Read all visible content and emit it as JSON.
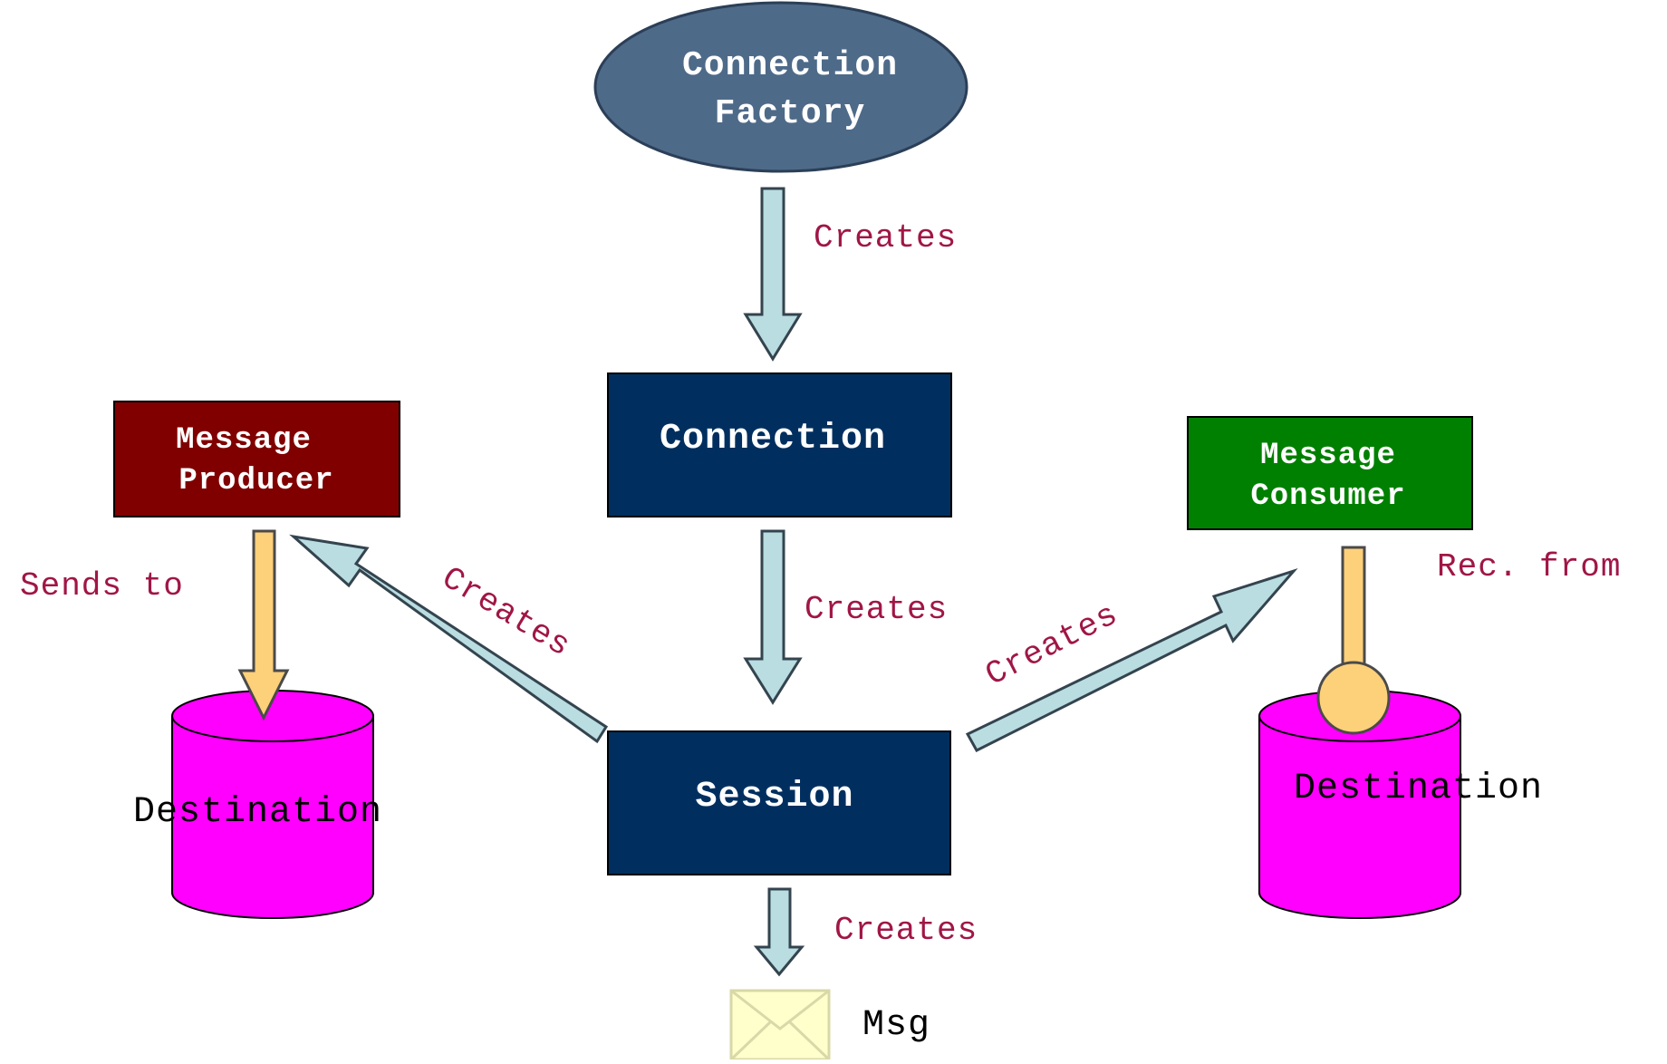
{
  "colors": {
    "connection_factory": "#4e6a89",
    "navy_box": "#002f5f",
    "producer_box": "#800000",
    "consumer_box": "#008000",
    "destination_fill": "#ff00ff",
    "arrow_fill": "#b9dde0",
    "sends_arrow_fill": "#fdd07a",
    "envelope_fill": "#ffffcc",
    "edge_label_color": "#a01646"
  },
  "nodes": {
    "connection_factory": {
      "line1": "Connection",
      "line2": "Factory"
    },
    "connection": {
      "label": "Connection"
    },
    "session": {
      "label": "Session"
    },
    "message_producer": {
      "line1": "Message",
      "line2": "Producer"
    },
    "message_consumer": {
      "line1": "Message",
      "line2": "Consumer"
    },
    "destination_left": {
      "label": "Destination"
    },
    "destination_right": {
      "label": "Destination"
    },
    "msg": {
      "label": "Msg",
      "icon": "envelope-icon"
    }
  },
  "edges": {
    "factory_to_connection": "Creates",
    "connection_to_session": "Creates",
    "session_to_producer": "Creates",
    "session_to_consumer": "Creates",
    "session_to_msg": "Creates",
    "producer_to_destination": "Sends to",
    "consumer_from_destination": "Rec. from"
  }
}
